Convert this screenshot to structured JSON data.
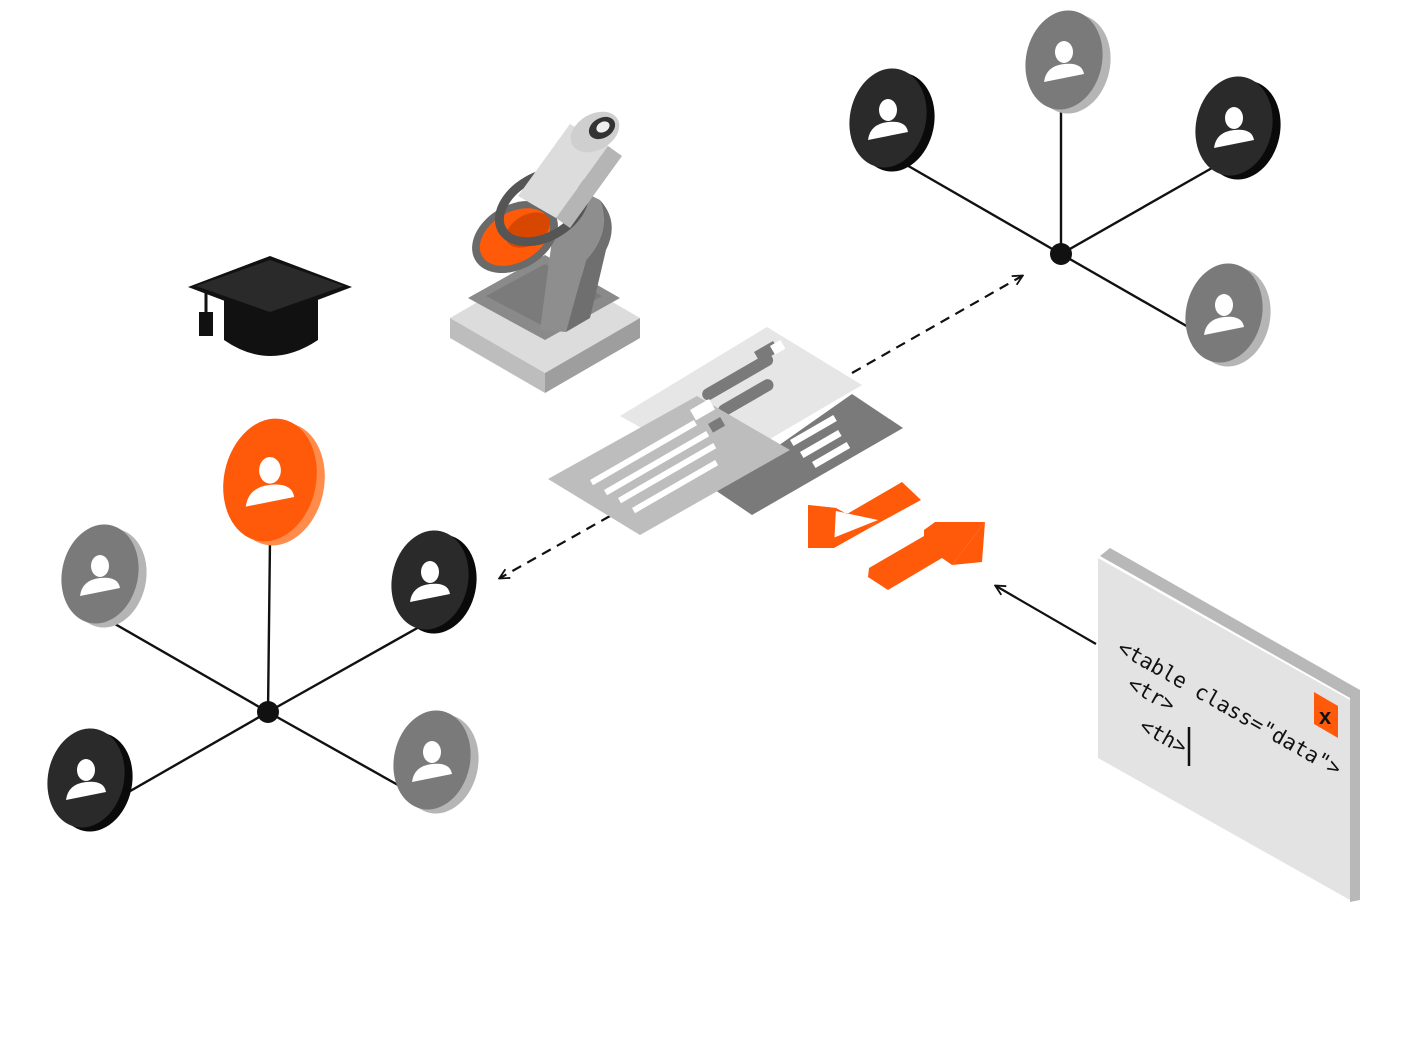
{
  "diagram": {
    "code_window": {
      "lines": [
        "<table class=\"data\">",
        "<tr>",
        "<th>"
      ],
      "close_label": "x",
      "caret": "cursor"
    },
    "nodes_left": {
      "top": "orange",
      "upper_left": "light-gray",
      "upper_right": "black",
      "lower_left": "black",
      "lower_right": "light-gray"
    },
    "nodes_right": {
      "top": "light-gray",
      "upper_left": "black",
      "upper_right": "black",
      "lower_right": "light-gray"
    },
    "icons": [
      "graduation-cap-icon",
      "microscope-icon",
      "documents-icon",
      "swap-arrows-icon",
      "code-window-icon"
    ]
  },
  "colors": {
    "accent": "#ff5a0a",
    "accent_light": "#ff8c4a",
    "node_black": "#2a2a2a",
    "node_black_edge": "#0a0a0a",
    "node_gray": "#7a7a7a",
    "node_gray_edge": "#b5b5b5",
    "paper_light": "#e6e6e6",
    "paper_mid": "#bcbcbc",
    "paper_dark": "#777777",
    "window_face": "#e3e3e3",
    "window_edge": "#b8b8b8",
    "line": "#111111"
  }
}
